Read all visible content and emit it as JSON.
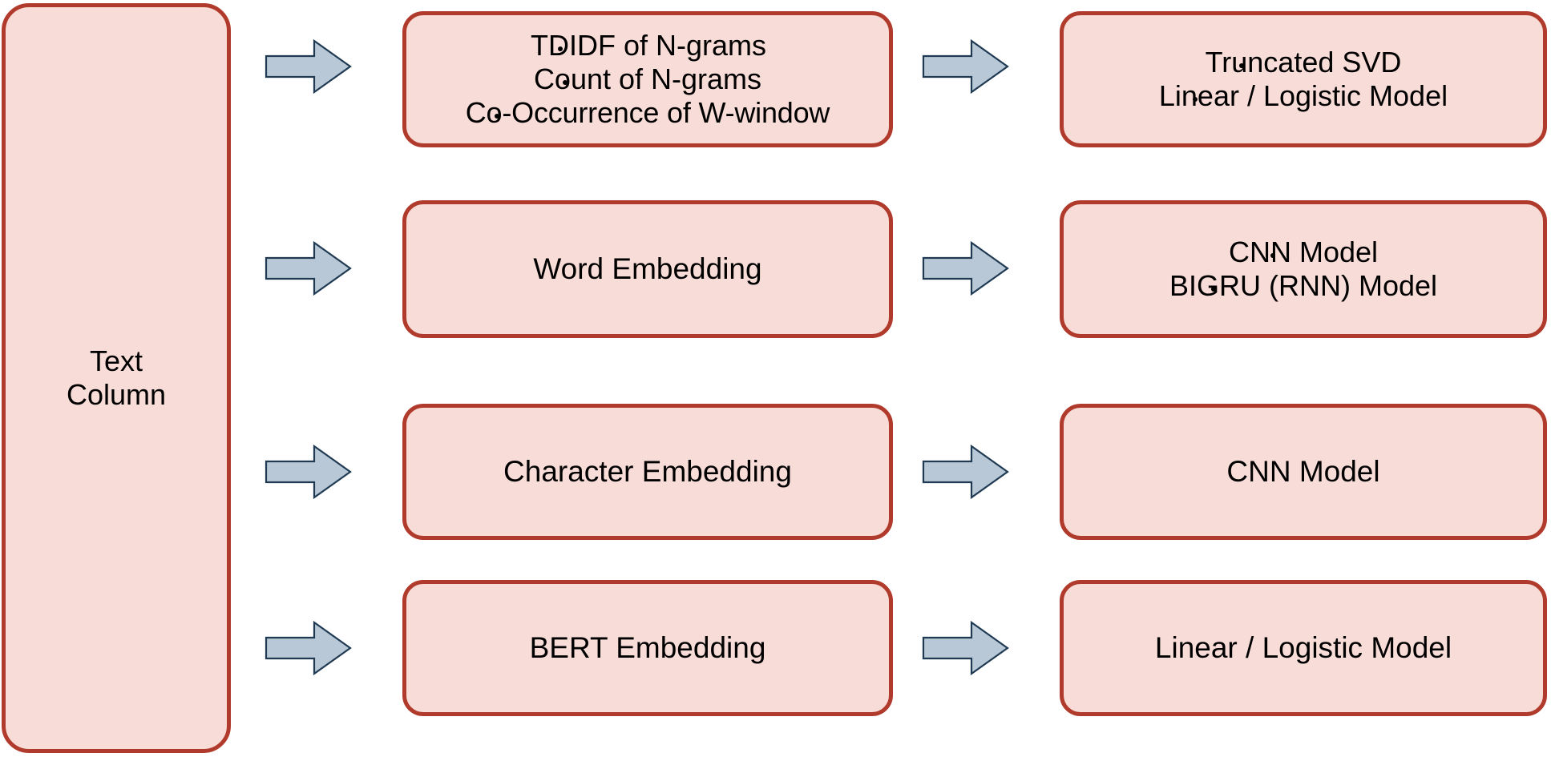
{
  "diagram": {
    "title": "Text Column Modeling Pipeline",
    "colors": {
      "box_fill": "#f8dcd7",
      "box_border": "#b03a2b",
      "arrow_fill": "#b9c8d6",
      "arrow_border": "#1f3a52",
      "text": "#000000",
      "background": "#ffffff"
    },
    "source": {
      "name": "text-column",
      "lines": [
        "Text",
        "Column"
      ]
    },
    "rows": [
      {
        "id": "row-1",
        "arrow_left": "arrow-right-icon",
        "feature": {
          "name": "vectorizers",
          "bulleted": true,
          "items": [
            "TDIDF of N-grams",
            "Count of N-grams",
            "Co-Occurrence of W-window"
          ]
        },
        "arrow_right": "arrow-right-icon",
        "model": {
          "name": "svd-linear",
          "bulleted": true,
          "items": [
            "Truncated SVD",
            "Linear / Logistic Model"
          ]
        }
      },
      {
        "id": "row-2",
        "arrow_left": "arrow-right-icon",
        "feature": {
          "name": "word-embedding",
          "bulleted": false,
          "items": [
            "Word Embedding"
          ]
        },
        "arrow_right": "arrow-right-icon",
        "model": {
          "name": "cnn-bigru",
          "bulleted": true,
          "items": [
            "CNN Model",
            "BIGRU (RNN) Model"
          ]
        }
      },
      {
        "id": "row-3",
        "arrow_left": "arrow-right-icon",
        "feature": {
          "name": "character-embedding",
          "bulleted": false,
          "items": [
            "Character Embedding"
          ]
        },
        "arrow_right": "arrow-right-icon",
        "model": {
          "name": "cnn-model",
          "bulleted": false,
          "items": [
            "CNN Model"
          ]
        }
      },
      {
        "id": "row-4",
        "arrow_left": "arrow-right-icon",
        "feature": {
          "name": "bert-embedding",
          "bulleted": false,
          "items": [
            "BERT Embedding"
          ]
        },
        "arrow_right": "arrow-right-icon",
        "model": {
          "name": "linear-logistic-model",
          "bulleted": false,
          "items": [
            "Linear / Logistic Model"
          ]
        }
      }
    ]
  }
}
